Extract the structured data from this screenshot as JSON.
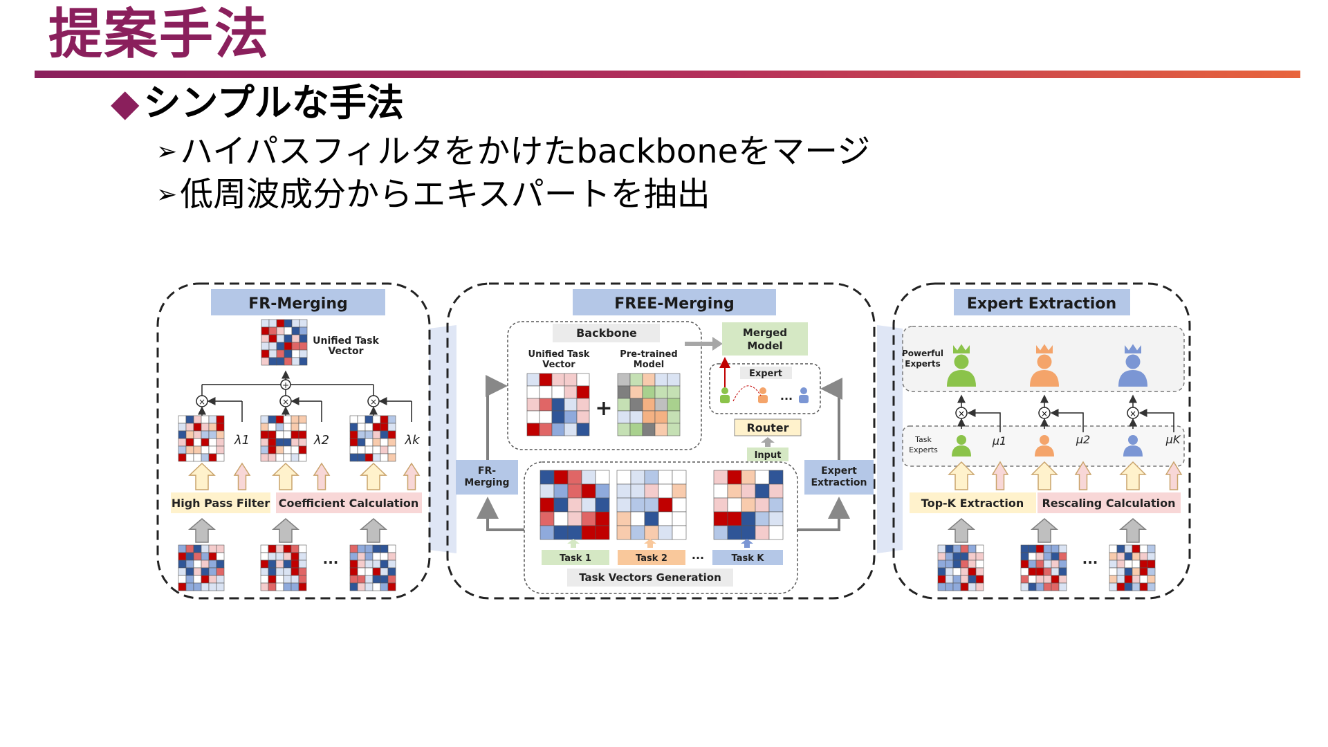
{
  "slide": {
    "title": "提案手法",
    "bullet_main": "シンプルな手法",
    "bullet_marker": "◆",
    "sub_marker": "➢",
    "sub_bullets": [
      "ハイパスフィルタをかけたbackboneをマージ",
      "低周波成分からエキスパートを抽出"
    ]
  },
  "diagram": {
    "left_panel": {
      "title": "FR-Merging",
      "unified_label": "Unified Task Vector",
      "lambdas": [
        "λ1",
        "λ2",
        "λk"
      ],
      "high_pass": "High Pass Filter",
      "coefficient": "Coefficient Calculation",
      "ellipsis": "..."
    },
    "center_panel": {
      "title": "FREE-Merging",
      "backbone": "Backbone",
      "unified_task_vector": "Unified Task Vector",
      "pretrained": "Pre-trained Model",
      "merged_model": "Merged Model",
      "expert": "Expert",
      "router": "Router",
      "input": "Input",
      "fr_merging": "FR-Merging",
      "expert_extraction": "Expert Extraction",
      "tasks": [
        "Task 1",
        "Task 2",
        "Task K"
      ],
      "task_vectors_generation": "Task Vectors Generation",
      "plus": "+",
      "ellipsis": "···"
    },
    "right_panel": {
      "title": "Expert Extraction",
      "powerful_experts": "Powerful Experts",
      "task_experts": "Task Experts",
      "mus": [
        "μ1",
        "μ2",
        "μK"
      ],
      "topk": "Top-K Extraction",
      "rescaling": "Rescaling Calculation",
      "ellipsis": "..."
    },
    "colors": {
      "title_bar": "#b4c7e7",
      "yellow_box": "#fff2cc",
      "pink_box": "#f8d7d7",
      "green_box": "#d5e8c4",
      "orange_box": "#f9c89b",
      "blue_box": "#b4c7e7",
      "expert_green": "#8bc34a",
      "expert_orange": "#f4a46a",
      "expert_blue": "#7b96d4"
    }
  }
}
